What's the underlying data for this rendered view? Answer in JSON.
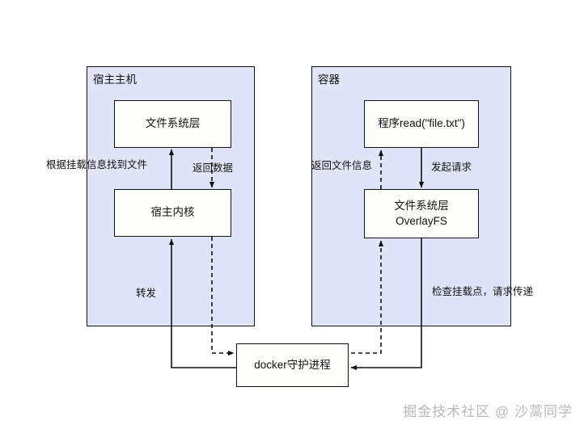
{
  "diagram": {
    "title_watermark": "掘金技术社区 @ 沙蒿同学",
    "panels": [
      {
        "id": "host",
        "label": "宿主主机"
      },
      {
        "id": "container",
        "label": "容器"
      }
    ],
    "nodes": [
      {
        "id": "host-fs-layer",
        "label": "文件系统层"
      },
      {
        "id": "host-kernel",
        "label": "宿主内核"
      },
      {
        "id": "container-program",
        "label": "程序read(\"file.txt\")"
      },
      {
        "id": "container-fs-layer-line1",
        "label": "文件系统层"
      },
      {
        "id": "container-fs-layer-line2",
        "label": "OverlayFS"
      },
      {
        "id": "docker-daemon",
        "label": "docker守护进程"
      }
    ],
    "edge_labels": [
      {
        "id": "host-find-file",
        "label": "根据挂载信息找到文件"
      },
      {
        "id": "host-return-data",
        "label": "返回数据"
      },
      {
        "id": "host-forward",
        "label": "转发"
      },
      {
        "id": "container-return-file-info",
        "label": "返回文件信息"
      },
      {
        "id": "container-issue-request",
        "label": "发起请求"
      },
      {
        "id": "container-check-mount",
        "label": "检查挂载点，请求传递"
      }
    ],
    "colors": {
      "panel_fill": "#dfe5f7",
      "node_fill": "#fdfdfa",
      "stroke": "#111111",
      "watermark": "#b8b8b8",
      "background": "#ffffff"
    }
  }
}
